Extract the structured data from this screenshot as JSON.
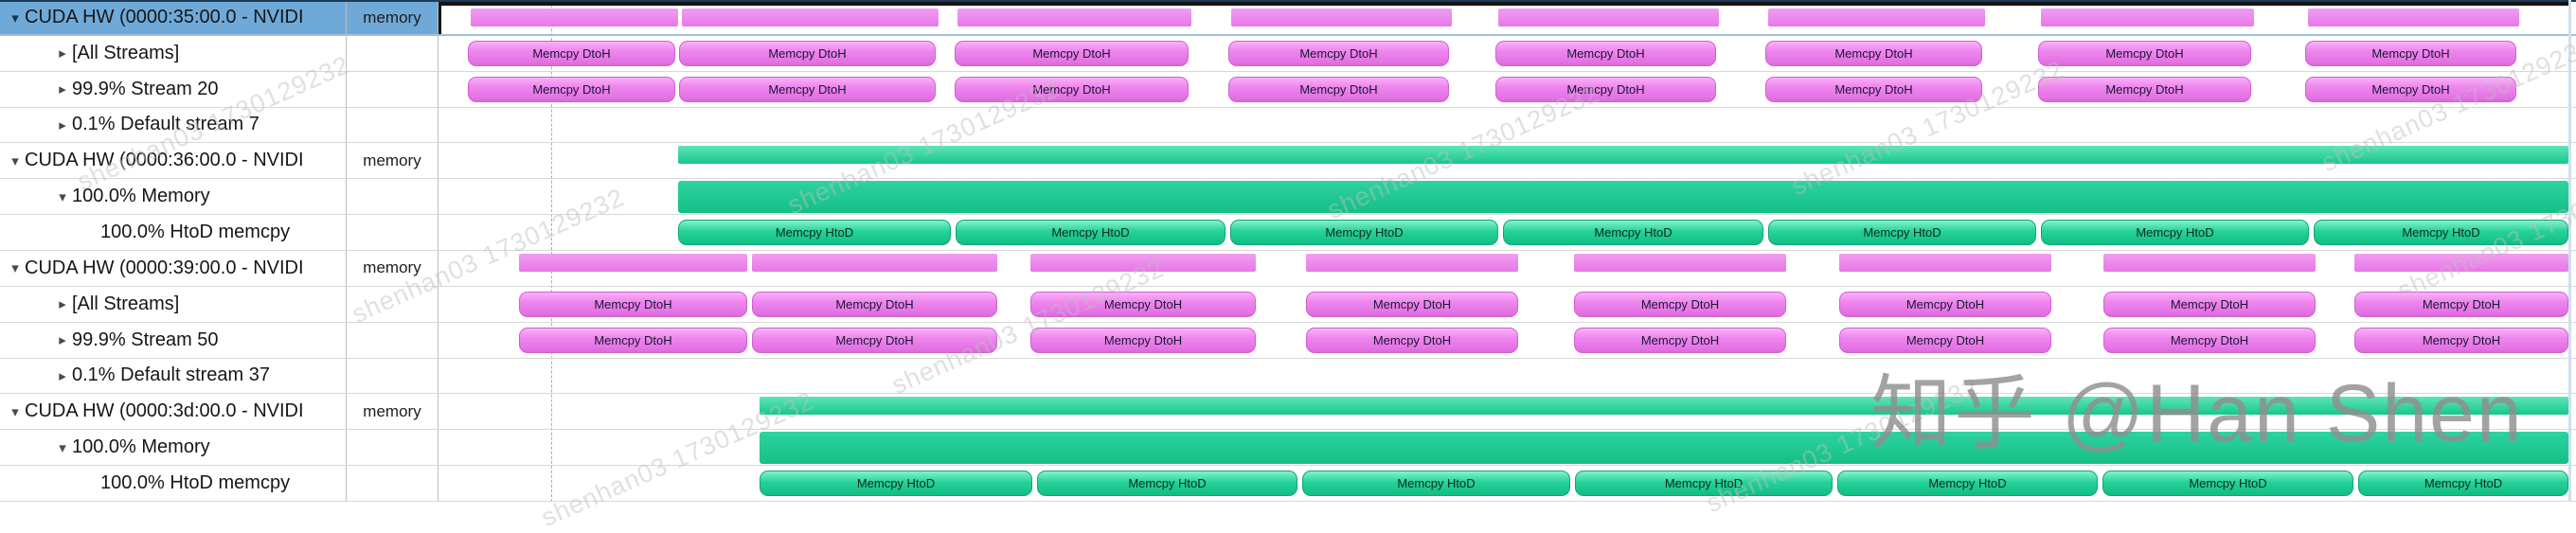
{
  "watermarks": {
    "big": "知乎 @Han Shen",
    "small": "shenhan03 1730129232"
  },
  "bar_labels": {
    "dtoh": "Memcpy DtoH",
    "htod": "Memcpy HtoD"
  },
  "colors": {
    "pink": "#ee82ee",
    "green": "#1ecb92",
    "selected_row_blue": "#6fa9d8",
    "bar_label_text": "#181830"
  },
  "rows": [
    {
      "label": "CUDA HW (0000:35:00.0 - NVIDI",
      "indent": 0,
      "arrow": "down",
      "memory": "memory",
      "selected": true,
      "bars": {
        "style": "strip",
        "color": "pink",
        "label_key": null,
        "segments": [
          [
            494,
            713
          ],
          [
            717,
            988
          ],
          [
            1008,
            1255
          ],
          [
            1297,
            1530
          ],
          [
            1579,
            1812
          ],
          [
            1864,
            2093
          ],
          [
            2152,
            2377
          ],
          [
            2434,
            2657
          ]
        ]
      }
    },
    {
      "label": "[All Streams]",
      "indent": 1,
      "arrow": "right",
      "memory": null,
      "selected": false,
      "bars": {
        "style": "labeled",
        "color": "pink",
        "label_key": "dtoh",
        "segments": [
          [
            494,
            713
          ],
          [
            717,
            988
          ],
          [
            1008,
            1255
          ],
          [
            1297,
            1530
          ],
          [
            1579,
            1812
          ],
          [
            1864,
            2093
          ],
          [
            2152,
            2377
          ],
          [
            2434,
            2657
          ]
        ]
      }
    },
    {
      "label": "99.9% Stream 20",
      "indent": 1,
      "arrow": "right",
      "memory": null,
      "selected": false,
      "bars": {
        "style": "labeled",
        "color": "pink",
        "label_key": "dtoh",
        "segments": [
          [
            494,
            713
          ],
          [
            717,
            988
          ],
          [
            1008,
            1255
          ],
          [
            1297,
            1530
          ],
          [
            1579,
            1812
          ],
          [
            1864,
            2093
          ],
          [
            2152,
            2377
          ],
          [
            2434,
            2657
          ]
        ]
      }
    },
    {
      "label": "0.1% Default stream 7",
      "indent": 1,
      "arrow": "right",
      "memory": null,
      "selected": false,
      "bars": {
        "style": "labeled",
        "color": "pink",
        "label_key": null,
        "segments": []
      }
    },
    {
      "label": "CUDA HW (0000:36:00.0 - NVIDI",
      "indent": 0,
      "arrow": "down",
      "memory": "memory",
      "selected": false,
      "bars": {
        "style": "strip",
        "color": "green",
        "label_key": null,
        "segments": [
          [
            716,
            2712
          ]
        ]
      }
    },
    {
      "label": "100.0% Memory",
      "indent": 1,
      "arrow": "down",
      "memory": null,
      "selected": false,
      "bars": {
        "style": "tall",
        "color": "green",
        "label_key": null,
        "segments": [
          [
            716,
            2712
          ]
        ]
      }
    },
    {
      "label": "100.0% HtoD memcpy",
      "indent": 2,
      "arrow": null,
      "memory": null,
      "selected": false,
      "bars": {
        "style": "labeled",
        "color": "green",
        "label_key": "htod",
        "segments": [
          [
            716,
            1004
          ],
          [
            1009,
            1294
          ],
          [
            1299,
            1582
          ],
          [
            1587,
            1862
          ],
          [
            1867,
            2150
          ],
          [
            2155,
            2438
          ],
          [
            2443,
            2712
          ]
        ]
      }
    },
    {
      "label": "CUDA HW (0000:39:00.0 - NVIDI",
      "indent": 0,
      "arrow": "down",
      "memory": "memory",
      "selected": false,
      "bars": {
        "style": "strip",
        "color": "pink",
        "label_key": null,
        "segments": [
          [
            548,
            789
          ],
          [
            794,
            1053
          ],
          [
            1088,
            1326
          ],
          [
            1379,
            1603
          ],
          [
            1662,
            1886
          ],
          [
            1942,
            2166
          ],
          [
            2221,
            2445
          ],
          [
            2486,
            2712
          ]
        ]
      }
    },
    {
      "label": "[All Streams]",
      "indent": 1,
      "arrow": "right",
      "memory": null,
      "selected": false,
      "bars": {
        "style": "labeled",
        "color": "pink",
        "label_key": "dtoh",
        "segments": [
          [
            548,
            789
          ],
          [
            794,
            1053
          ],
          [
            1088,
            1326
          ],
          [
            1379,
            1603
          ],
          [
            1662,
            1886
          ],
          [
            1942,
            2166
          ],
          [
            2221,
            2445
          ],
          [
            2486,
            2712
          ]
        ]
      }
    },
    {
      "label": "99.9% Stream 50",
      "indent": 1,
      "arrow": "right",
      "memory": null,
      "selected": false,
      "bars": {
        "style": "labeled",
        "color": "pink",
        "label_key": "dtoh",
        "segments": [
          [
            548,
            789
          ],
          [
            794,
            1053
          ],
          [
            1088,
            1326
          ],
          [
            1379,
            1603
          ],
          [
            1662,
            1886
          ],
          [
            1942,
            2166
          ],
          [
            2221,
            2445
          ],
          [
            2486,
            2712
          ]
        ]
      }
    },
    {
      "label": "0.1% Default stream 37",
      "indent": 1,
      "arrow": "right",
      "memory": null,
      "selected": false,
      "bars": {
        "style": "labeled",
        "color": "pink",
        "label_key": null,
        "segments": []
      }
    },
    {
      "label": "CUDA HW (0000:3d:00.0 - NVIDI",
      "indent": 0,
      "arrow": "down",
      "memory": "memory",
      "selected": false,
      "bars": {
        "style": "strip",
        "color": "green",
        "label_key": null,
        "segments": [
          [
            802,
            2712
          ]
        ]
      }
    },
    {
      "label": "100.0% Memory",
      "indent": 1,
      "arrow": "down",
      "memory": null,
      "selected": false,
      "bars": {
        "style": "tall",
        "color": "green",
        "label_key": null,
        "segments": [
          [
            802,
            2712
          ]
        ]
      }
    },
    {
      "label": "100.0% HtoD memcpy",
      "indent": 2,
      "arrow": null,
      "memory": null,
      "selected": false,
      "bars": {
        "style": "labeled",
        "color": "green",
        "label_key": "htod",
        "segments": [
          [
            802,
            1090
          ],
          [
            1095,
            1370
          ],
          [
            1375,
            1658
          ],
          [
            1663,
            1935
          ],
          [
            1940,
            2215
          ],
          [
            2220,
            2485
          ],
          [
            2490,
            2712
          ]
        ]
      }
    }
  ]
}
